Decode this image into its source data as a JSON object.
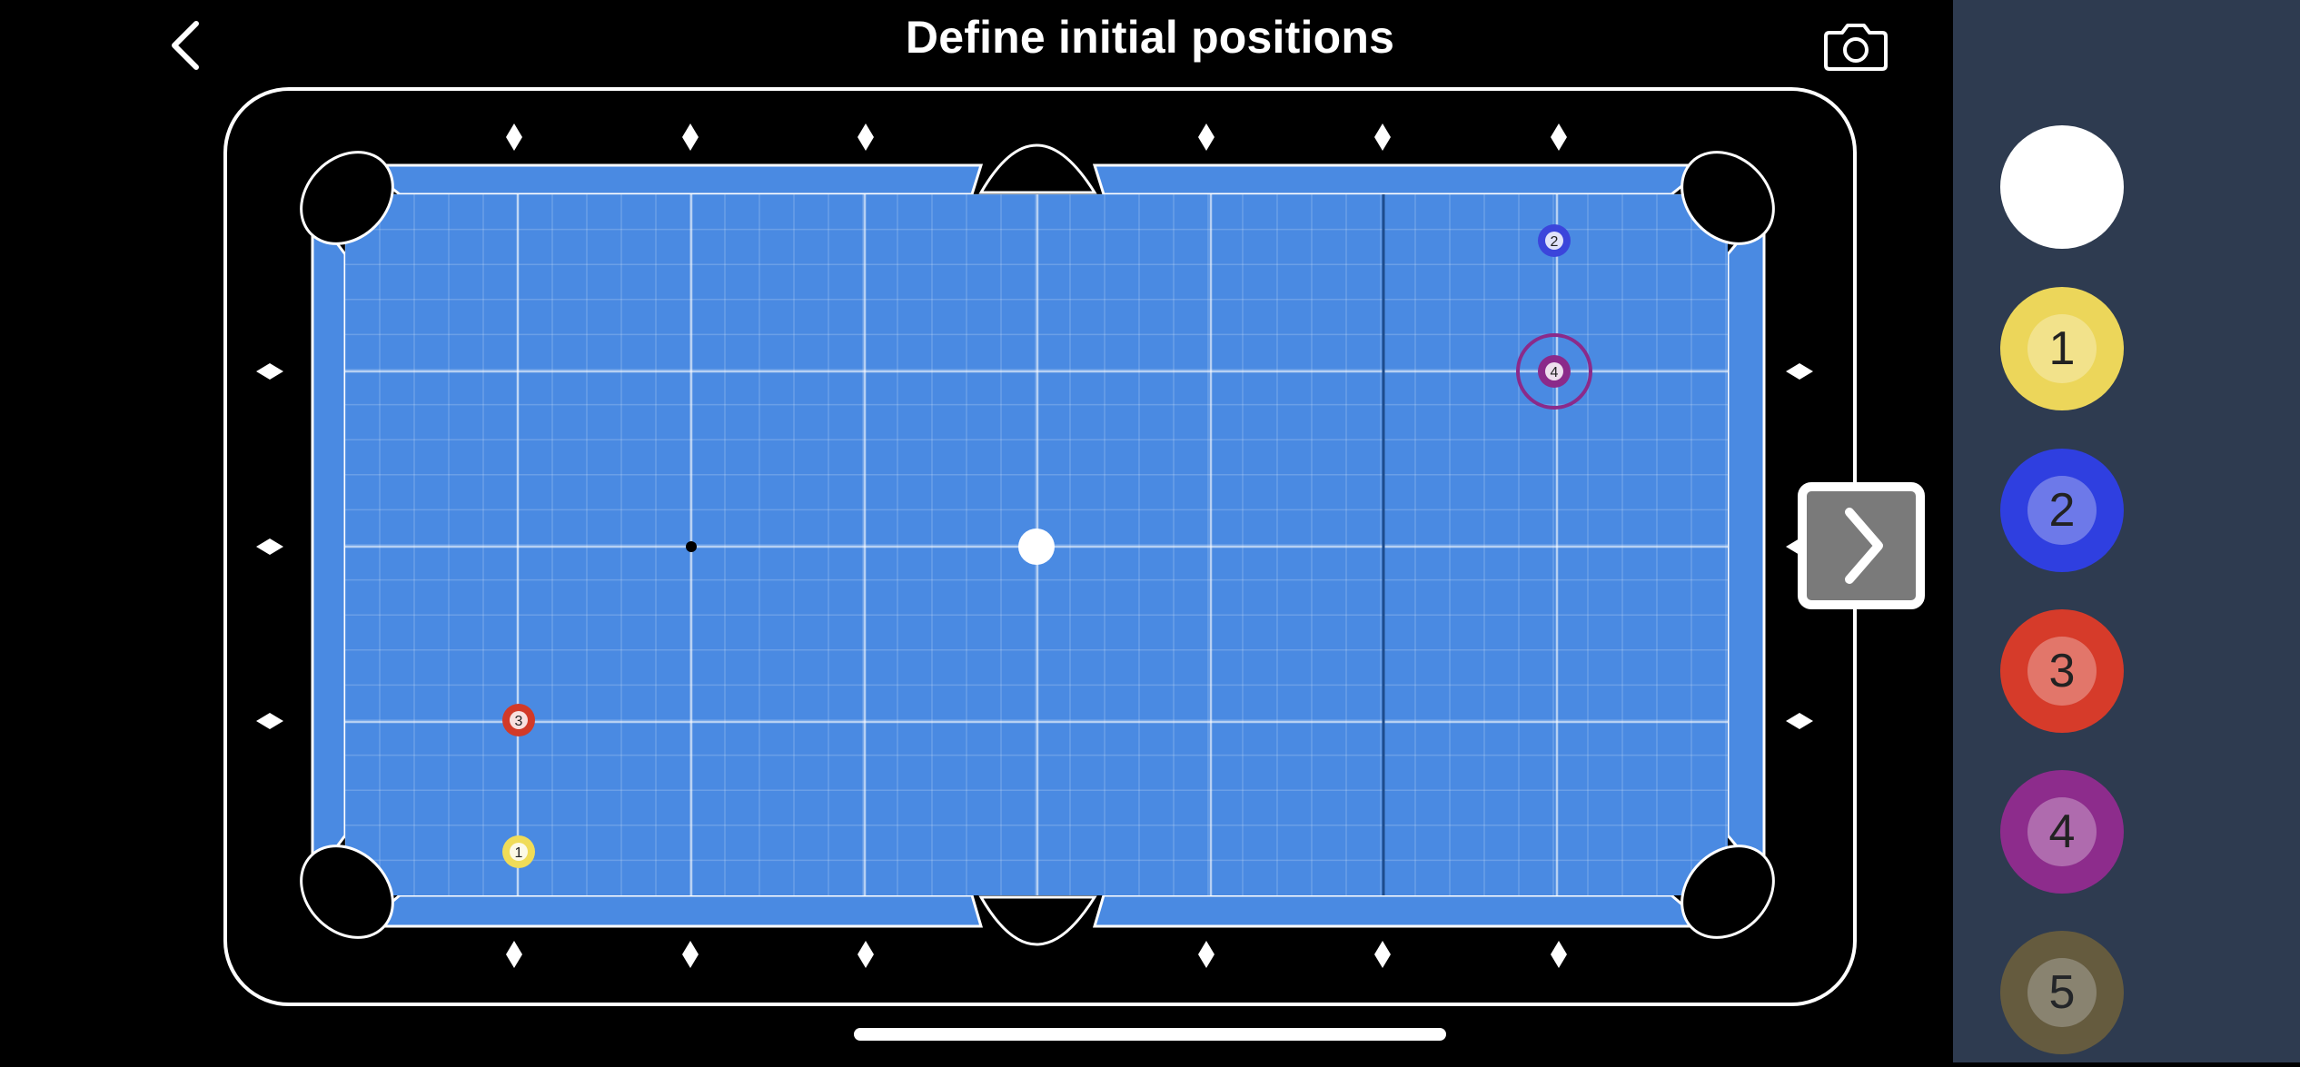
{
  "header": {
    "title": "Define initial positions",
    "back_icon": "chevron-left-icon",
    "camera_icon": "camera-icon",
    "grid_icon": "grid-hash-icon",
    "info_icon": "info-icon"
  },
  "table": {
    "felt_color": "#4a8ae2",
    "frame_color": "#000000",
    "line_color": "#ffffff",
    "cue_ball_color": "#ffffff",
    "balls": [
      {
        "label": "1",
        "color": "#f0dc58"
      },
      {
        "label": "2",
        "color": "#3b45db"
      },
      {
        "label": "3",
        "color": "#d23a28"
      },
      {
        "label": "4",
        "color": "#8b2a8a"
      }
    ],
    "next_icon": "chevron-right-icon"
  },
  "sidebar": {
    "background": "#2e3b50",
    "balls": [
      {
        "label": "",
        "color": "#ffffff"
      },
      {
        "label": "1",
        "color": "#ecd65a"
      },
      {
        "label": "2",
        "color": "#2f3fe0"
      },
      {
        "label": "3",
        "color": "#d63b2a"
      },
      {
        "label": "4",
        "color": "#8d2c8c"
      },
      {
        "label": "5",
        "color": "#6f613c"
      }
    ]
  }
}
